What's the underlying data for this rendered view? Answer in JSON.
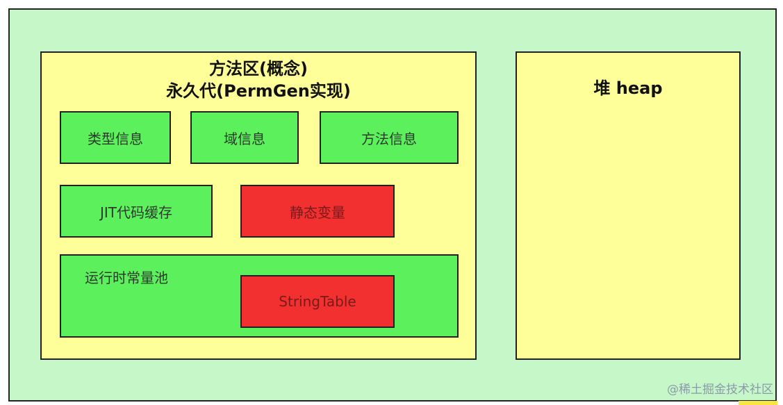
{
  "method_area": {
    "title_line1": "方法区(概念)",
    "title_line2": "永久代(PermGen实现)",
    "blocks": {
      "class_info": "类型信息",
      "field_info": "域信息",
      "method_info": "方法信息",
      "jit_cache": "JIT代码缓存",
      "static_vars": "静态变量",
      "runtime_pool": "运行时常量池",
      "string_table": "StringTable"
    }
  },
  "heap": {
    "title": "堆 heap"
  },
  "watermark": "@稀土掘金技术社区",
  "colors": {
    "outer": "#c6f7c8",
    "region": "#ffff99",
    "green_block": "#5cf15c",
    "red_block": "#f23030"
  }
}
